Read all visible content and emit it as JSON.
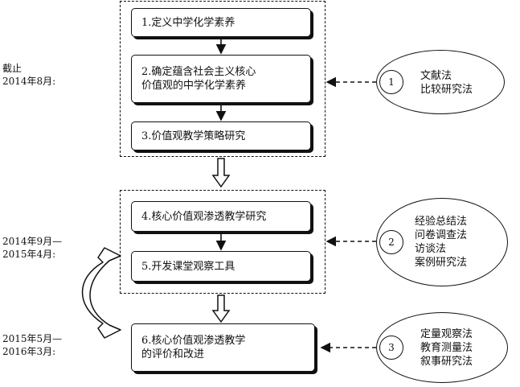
{
  "steps": [
    {
      "label": "1.定义中学化学素养"
    },
    {
      "label": "2.确定蕴含社会主义核心\n   价值观的中学化学素养"
    },
    {
      "label": "3.价值观教学策略研究"
    },
    {
      "label": "4.核心价值观渗透教学研究"
    },
    {
      "label": "5.开发课堂观察工具"
    },
    {
      "label": "6.核心价值观渗透教学\n   的评价和改进"
    }
  ],
  "periods": [
    {
      "text": "截止\n2014年8月:"
    },
    {
      "text": "2014年9月—\n2015年4月:"
    },
    {
      "text": "2015年5月—\n2016年3月:"
    }
  ],
  "method_groups": [
    {
      "number": "1",
      "methods": "文献法\n比较研究法"
    },
    {
      "number": "2",
      "methods": "经验总结法\n问卷调查法\n访谈法\n案例研究法"
    },
    {
      "number": "3",
      "methods": "定量观察法\n教育测量法\n叙事研究法"
    }
  ]
}
